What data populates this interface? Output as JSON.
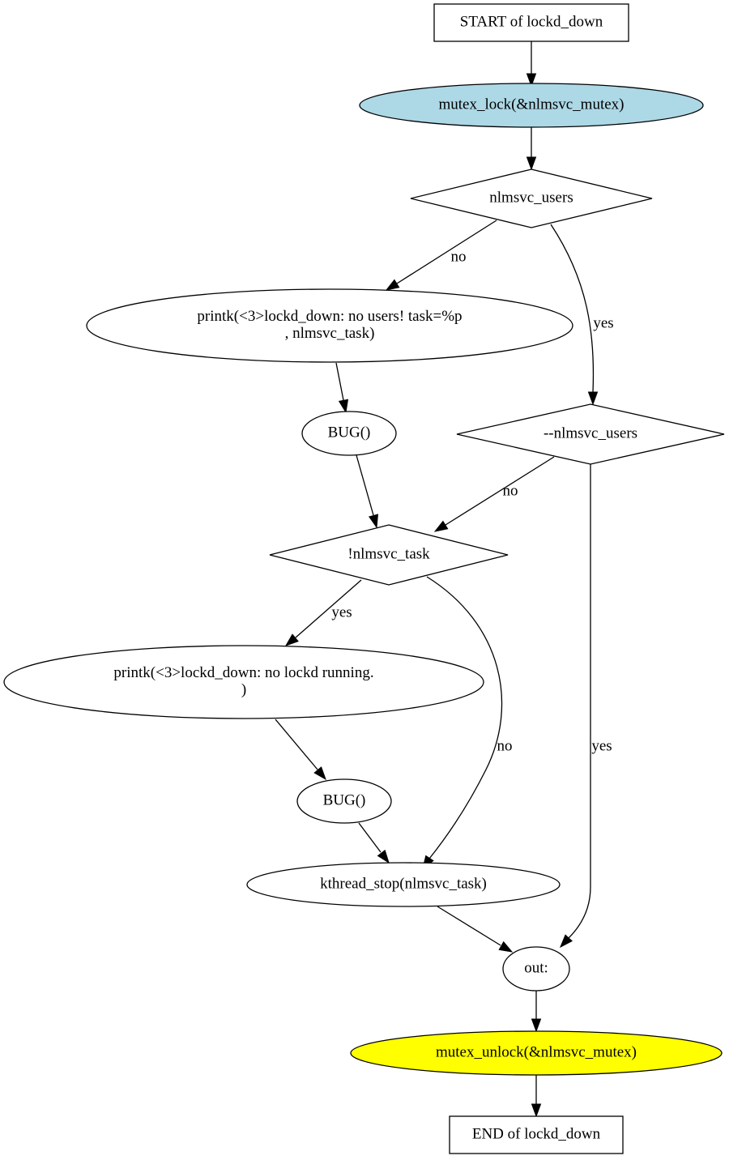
{
  "diagram": {
    "nodes": {
      "start": {
        "lines": [
          "START of lockd_down"
        ],
        "shape": "box",
        "fill": "#ffffff"
      },
      "lock": {
        "lines": [
          "mutex_lock(&nlmsvc_mutex)"
        ],
        "shape": "ellipse",
        "fill": "#add8e6"
      },
      "users": {
        "lines": [
          "nlmsvc_users"
        ],
        "shape": "diamond",
        "fill": "#ffffff"
      },
      "printk1": {
        "lines": [
          "printk(<3>lockd_down: no users! task=%p",
          ", nlmsvc_task)"
        ],
        "shape": "ellipse",
        "fill": "#ffffff"
      },
      "bug1": {
        "lines": [
          "BUG()"
        ],
        "shape": "ellipse",
        "fill": "#ffffff"
      },
      "decusers": {
        "lines": [
          "--nlmsvc_users"
        ],
        "shape": "diamond",
        "fill": "#ffffff"
      },
      "notask": {
        "lines": [
          "!nlmsvc_task"
        ],
        "shape": "diamond",
        "fill": "#ffffff"
      },
      "printk2": {
        "lines": [
          "printk(<3>lockd_down: no lockd running.",
          ")"
        ],
        "shape": "ellipse",
        "fill": "#ffffff"
      },
      "bug2": {
        "lines": [
          "BUG()"
        ],
        "shape": "ellipse",
        "fill": "#ffffff"
      },
      "kthread": {
        "lines": [
          "kthread_stop(nlmsvc_task)"
        ],
        "shape": "ellipse",
        "fill": "#ffffff"
      },
      "out": {
        "lines": [
          "out:"
        ],
        "shape": "ellipse",
        "fill": "#ffffff"
      },
      "unlock": {
        "lines": [
          "mutex_unlock(&nlmsvc_mutex)"
        ],
        "shape": "ellipse",
        "fill": "#ffff00"
      },
      "end": {
        "lines": [
          "END of lockd_down"
        ],
        "shape": "box",
        "fill": "#ffffff"
      }
    },
    "edges": [
      {
        "from": "start",
        "to": "lock",
        "label": ""
      },
      {
        "from": "lock",
        "to": "users",
        "label": ""
      },
      {
        "from": "users",
        "to": "printk1",
        "label": "no"
      },
      {
        "from": "users",
        "to": "decusers",
        "label": "yes"
      },
      {
        "from": "printk1",
        "to": "bug1",
        "label": ""
      },
      {
        "from": "bug1",
        "to": "notask",
        "label": ""
      },
      {
        "from": "decusers",
        "to": "notask",
        "label": "no"
      },
      {
        "from": "decusers",
        "to": "out",
        "label": "yes"
      },
      {
        "from": "notask",
        "to": "printk2",
        "label": "yes"
      },
      {
        "from": "notask",
        "to": "kthread",
        "label": "no"
      },
      {
        "from": "printk2",
        "to": "bug2",
        "label": ""
      },
      {
        "from": "bug2",
        "to": "kthread",
        "label": ""
      },
      {
        "from": "kthread",
        "to": "out",
        "label": ""
      },
      {
        "from": "out",
        "to": "unlock",
        "label": ""
      },
      {
        "from": "unlock",
        "to": "end",
        "label": ""
      }
    ]
  }
}
